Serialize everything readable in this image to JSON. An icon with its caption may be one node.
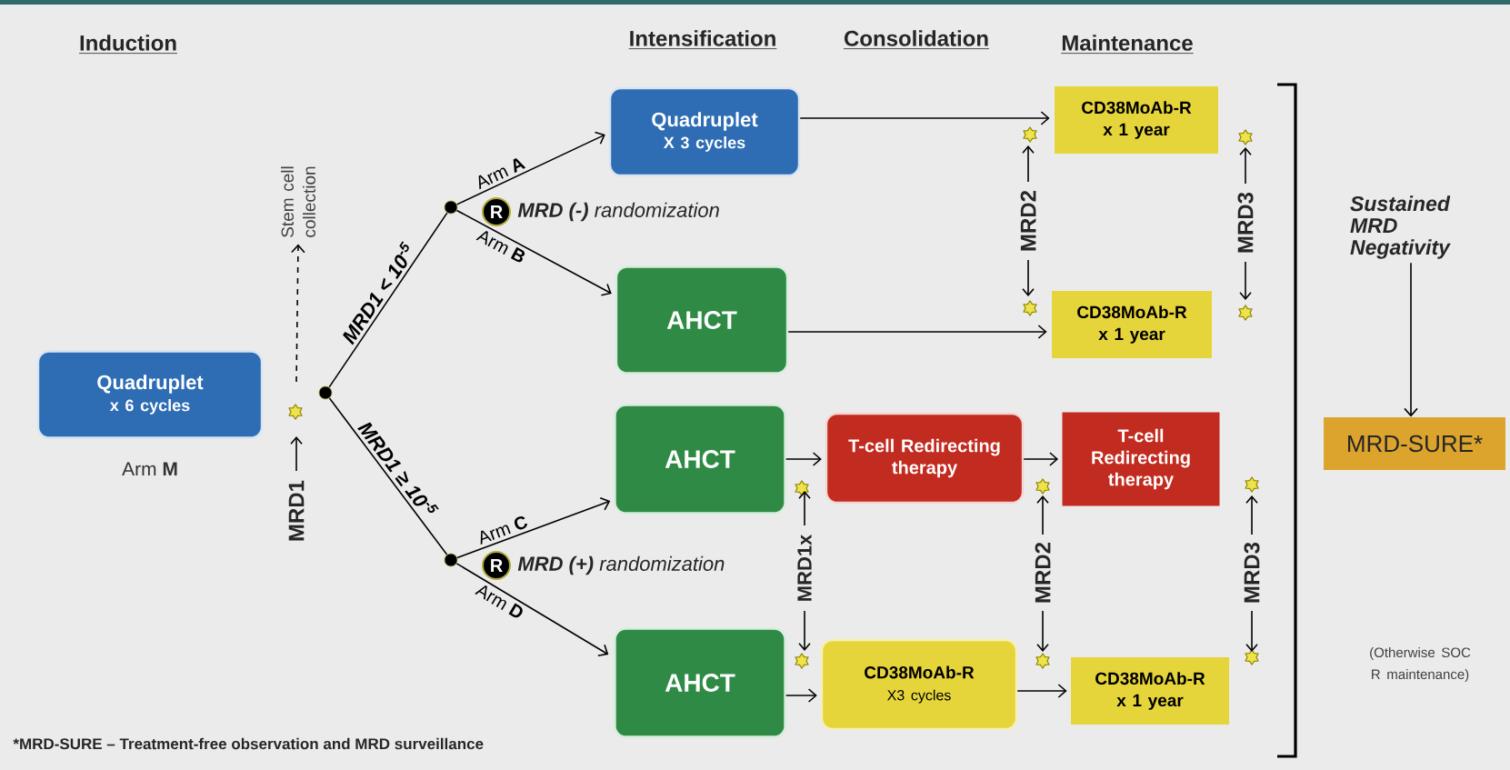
{
  "diagram": {
    "nodes": [
      {
        "text": [
          "Quadruplet",
          "x 6 cycles"
        ],
        "beside": [
          "Arm **M**"
        ]
      },
      {
        "text": [],
        "shape": "circle"
      },
      {
        "text": [],
        "shape": "circle"
      },
      {
        "text": [],
        "shape": "circle"
      },
      {
        "text": [
          "Quadruplet",
          "X 3 cycles"
        ]
      },
      {
        "text": [
          "AHCT"
        ]
      },
      {
        "text": [
          "AHCT"
        ]
      },
      {
        "text": [
          "AHCT"
        ]
      },
      {
        "text": [
          "T-cell Redirecting therapy"
        ]
      },
      {
        "text": [
          "CD38MoAb-R",
          "X3 cycles"
        ]
      },
      {
        "text": [
          "CD38MoAb-R",
          "x 1 year"
        ]
      },
      {
        "text": [
          "CD38MoAb-R",
          "x 1 year"
        ]
      },
      {
        "text": [
          "T-cell Redirecting therapy"
        ]
      },
      {
        "text": [
          "CD38MoAb-R",
          "x 1 year"
        ]
      },
      {
        "text": [
          "Stem cell collection"
        ]
      },
      {
        "text": [
          "Sustained MRD Negativity"
        ]
      },
      {
        "text": [
          "MRD-SURE*"
        ]
      }
    ],
    "edges": [
      {
        "from": 1,
        "to": 2,
        "arrow": "none",
        "label": "MRD1 < 10$^{-5}$"
      },
      {
        "from": 1,
        "to": 3,
        "arrow": "none",
        "label": "MRD1 ≥ 10$^{-5}$"
      },
      {
        "from": 2,
        "to": 4,
        "arrow": "to",
        "label": "Arm **A**"
      },
      {
        "from": 2,
        "to": 5,
        "arrow": "to",
        "label": "Arm **B**"
      },
      {
        "from": 3,
        "to": 6,
        "arrow": "to",
        "label": "Arm **C**"
      },
      {
        "from": 3,
        "to": 7,
        "arrow": "to",
        "label": "Arm **D**"
      },
      {
        "from": 4,
        "to": 10,
        "arrow": "to"
      },
      {
        "from": 5,
        "to": 11,
        "arrow": "to"
      },
      {
        "from": 6,
        "to": 8,
        "arrow": "to"
      },
      {
        "from": 8,
        "to": 12,
        "arrow": "to"
      },
      {
        "from": 7,
        "to": 9,
        "arrow": "to"
      },
      {
        "from": 9,
        "to": 13,
        "arrow": "to"
      },
      {
        "from": null,
        "to": 14,
        "arrow": "to",
        "style": "dashed"
      },
      {
        "from": 15,
        "to": 16,
        "arrow": "to"
      }
    ],
    "labels": [
      "Induction",
      "Intensification",
      "Consolidation",
      "Maintenance",
      "R",
      "**MRD (-)** randomization",
      "MRD2",
      "MRD3",
      "MRD1",
      "MRD1x",
      "R",
      "**MRD (+)** randomization",
      "MRD2",
      "MRD3",
      "(Otherwise SOC R maintenance)",
      "*MRD-SURE – Treatment-free observation and MRD surveillance"
    ]
  }
}
